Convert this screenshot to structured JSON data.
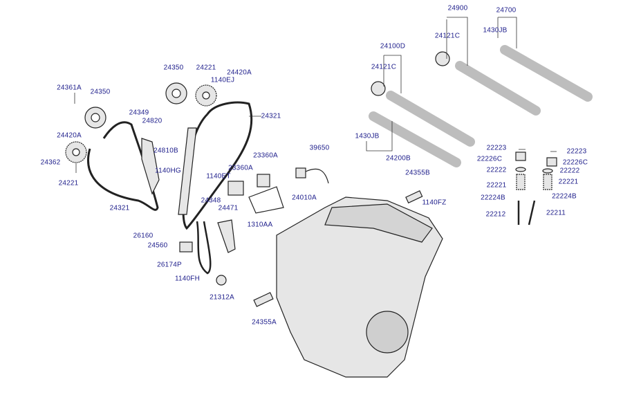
{
  "labels": [
    "24900",
    "24700",
    "24121C",
    "1430JB",
    "24100D",
    "24121C",
    "24350",
    "24221",
    "24420A",
    "1140EJ",
    "24361A",
    "24350",
    "24321",
    "24349",
    "24820",
    "24420A",
    "1430JB",
    "24810B",
    "22223",
    "22223",
    "23360A",
    "39650",
    "22226C",
    "22226C",
    "24362",
    "24200B",
    "1140HG",
    "23360A",
    "22222",
    "22222",
    "24355B",
    "1140ET",
    "24221",
    "22221",
    "22221",
    "24010A",
    "24348",
    "22224B",
    "22224B",
    "1140FZ",
    "24321",
    "24471",
    "22212",
    "22211",
    "1310AA",
    "26160",
    "24560",
    "26174P",
    "1140FH",
    "21312A",
    "24355A"
  ],
  "colors": {
    "label": "#1c1c8a",
    "line": "#222222",
    "part_fill": "#e6e6e6"
  }
}
